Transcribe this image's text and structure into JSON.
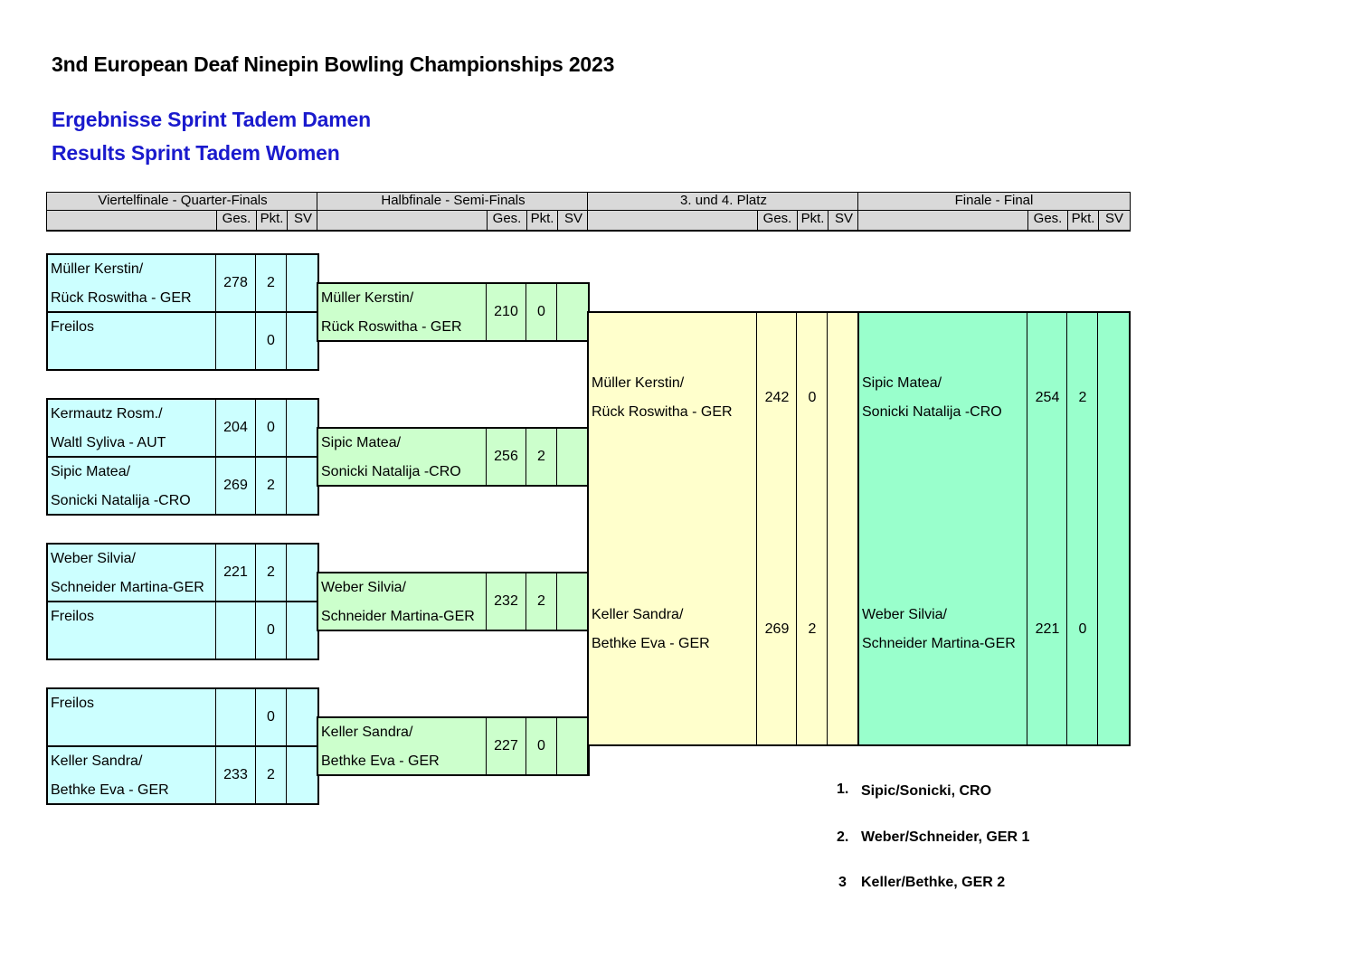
{
  "title": "3nd European Deaf Ninepin Bowling Championships 2023",
  "subtitle_de": "Ergebnisse Sprint Tadem Damen",
  "subtitle_en": "Results Sprint Tadem Women",
  "headers": {
    "round1": "Viertelfinale - Quarter-Finals",
    "round2": "Halbfinale - Semi-Finals",
    "round3": "3. und 4. Platz",
    "round4": "Finale - Final",
    "ges": "Ges.",
    "pkt": "Pkt.",
    "sv": "SV"
  },
  "quarterfinals": [
    {
      "line1": "Müller Kerstin/",
      "line2": "Rück Roswitha - GER",
      "ges": "278",
      "pkt": "2"
    },
    {
      "line1": "Freilos",
      "line2": "",
      "ges": "",
      "pkt": "0"
    },
    {
      "line1": "Kermautz Rosm./",
      "line2": "Waltl Syliva - AUT",
      "ges": "204",
      "pkt": "0"
    },
    {
      "line1": "Sipic Matea/",
      "line2": "Sonicki Natalija -CRO",
      "ges": "269",
      "pkt": "2"
    },
    {
      "line1": "Weber Silvia/",
      "line2": "Schneider Martina-GER",
      "ges": "221",
      "pkt": "2"
    },
    {
      "line1": "Freilos",
      "line2": "",
      "ges": "",
      "pkt": "0"
    },
    {
      "line1": "Freilos",
      "line2": "",
      "ges": "",
      "pkt": "0"
    },
    {
      "line1": "Keller Sandra/",
      "line2": "Bethke Eva - GER",
      "ges": "233",
      "pkt": "2"
    }
  ],
  "semifinals": [
    {
      "line1": "Müller Kerstin/",
      "line2": "Rück Roswitha - GER",
      "ges": "210",
      "pkt": "0"
    },
    {
      "line1": "Sipic Matea/",
      "line2": "Sonicki Natalija -CRO",
      "ges": "256",
      "pkt": "2"
    },
    {
      "line1": "Weber Silvia/",
      "line2": "Schneider Martina-GER",
      "ges": "232",
      "pkt": "2"
    },
    {
      "line1": "Keller Sandra/",
      "line2": "Bethke Eva - GER",
      "ges": "227",
      "pkt": "0"
    }
  ],
  "third_place": [
    {
      "line1": "Müller Kerstin/",
      "line2": "Rück Roswitha - GER",
      "ges": "242",
      "pkt": "0"
    },
    {
      "line1": "Keller Sandra/",
      "line2": "Bethke Eva - GER",
      "ges": "269",
      "pkt": "2"
    }
  ],
  "final": [
    {
      "line1": "Sipic Matea/",
      "line2": "Sonicki Natalija -CRO",
      "ges": "254",
      "pkt": "2"
    },
    {
      "line1": "Weber Silvia/",
      "line2": "Schneider Martina-GER",
      "ges": "221",
      "pkt": "0"
    }
  ],
  "ranking": [
    {
      "rank": "1.",
      "team": "Sipic/Sonicki, CRO"
    },
    {
      "rank": "2.",
      "team": "Weber/Schneider, GER 1"
    },
    {
      "rank": "3",
      "team": "Keller/Bethke, GER 2"
    }
  ]
}
